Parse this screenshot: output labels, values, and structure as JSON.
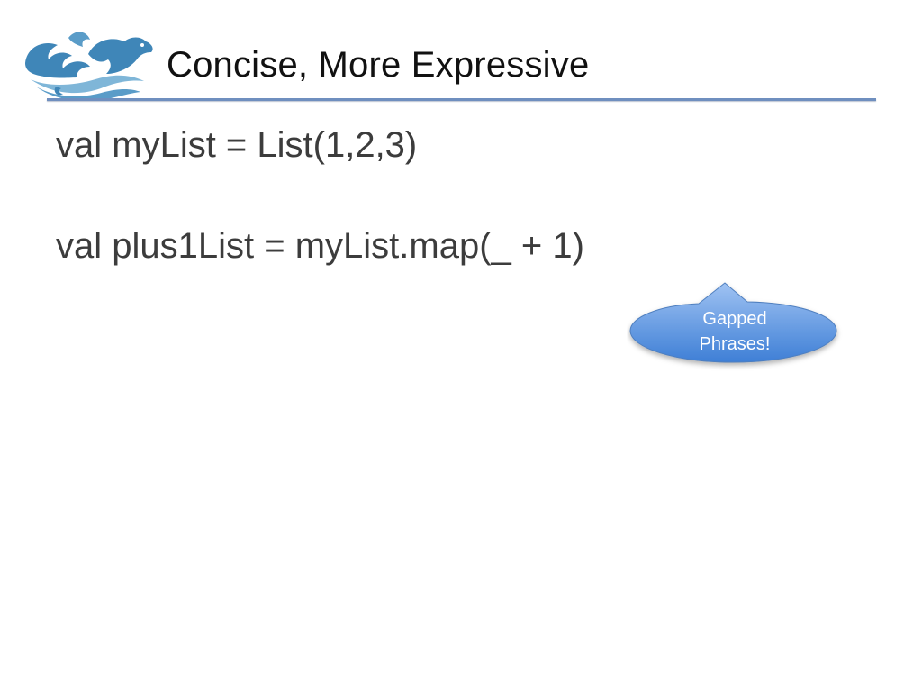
{
  "slide": {
    "title": "Concise, More Expressive",
    "code_lines": [
      "val myList = List(1,2,3)",
      "val plus1List = myList.map(_ + 1)"
    ],
    "callout": {
      "line1": "Gapped",
      "line2": "Phrases!"
    }
  },
  "icons": {
    "logo": "wave-dragon-logo-icon"
  },
  "colors": {
    "title_rule": "#6f8fbf",
    "logo_primary": "#3f86b8",
    "logo_secondary": "#7fb6d8",
    "callout_fill_top": "#9fc2f2",
    "callout_fill_bottom": "#3e7fd6",
    "callout_text": "#ffffff"
  }
}
